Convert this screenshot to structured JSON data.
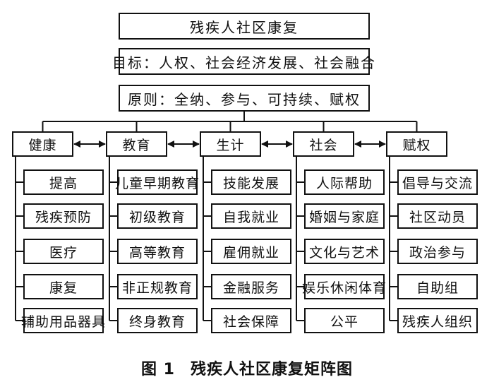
{
  "title": "残疾人社区康复",
  "goal": "目标：人权、社会经济发展、社会融合",
  "principle": "原则：全纳、参与、可持续、赋权",
  "columns": [
    {
      "header": "健康",
      "items": [
        "提高",
        "残疾预防",
        "医疗",
        "康复",
        "辅助用品器具"
      ]
    },
    {
      "header": "教育",
      "items": [
        "儿童早期教育",
        "初级教育",
        "高等教育",
        "非正规教育",
        "终身教育"
      ]
    },
    {
      "header": "生计",
      "items": [
        "技能发展",
        "自我就业",
        "雇佣就业",
        "金融服务",
        "社会保障"
      ]
    },
    {
      "header": "社会",
      "items": [
        "人际帮助",
        "婚姻与家庭",
        "文化与艺术",
        "娱乐休闲体育",
        "公平"
      ]
    },
    {
      "header": "赋权",
      "items": [
        "倡导与交流",
        "社区动员",
        "政治参与",
        "自助组",
        "残疾人组织"
      ]
    }
  ],
  "caption": {
    "number": "图 1",
    "title": "残疾人社区康复矩阵图"
  }
}
